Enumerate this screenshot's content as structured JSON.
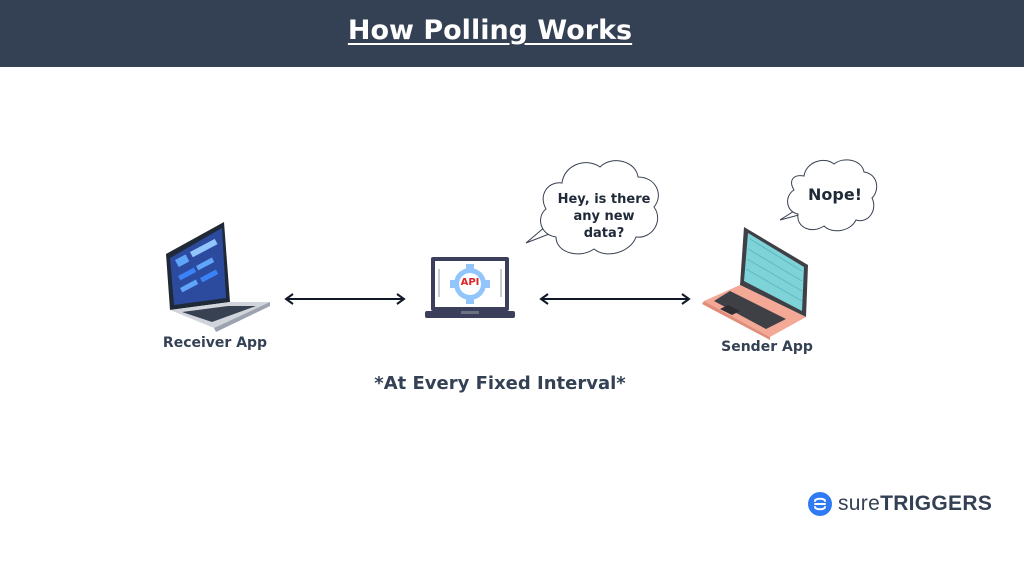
{
  "header": {
    "title": "How Polling Works"
  },
  "diagram": {
    "receiver_label": "Receiver App",
    "sender_label": "Sender App",
    "api_label": "API",
    "interval_label": "*At Every Fixed Interval*",
    "request_bubble": {
      "line1": "Hey, is there",
      "line2": "any new",
      "line3": "data?"
    },
    "response_bubble": {
      "text": "Nope!"
    }
  },
  "brand": {
    "sure": "sure",
    "triggers": "TRIGGERS"
  },
  "colors": {
    "header_bg": "#344154",
    "text_dark": "#344154",
    "brand_blue": "#2f7bf5",
    "sender_laptop": "#f4a896",
    "receiver_screen": "#1e3a8a"
  }
}
